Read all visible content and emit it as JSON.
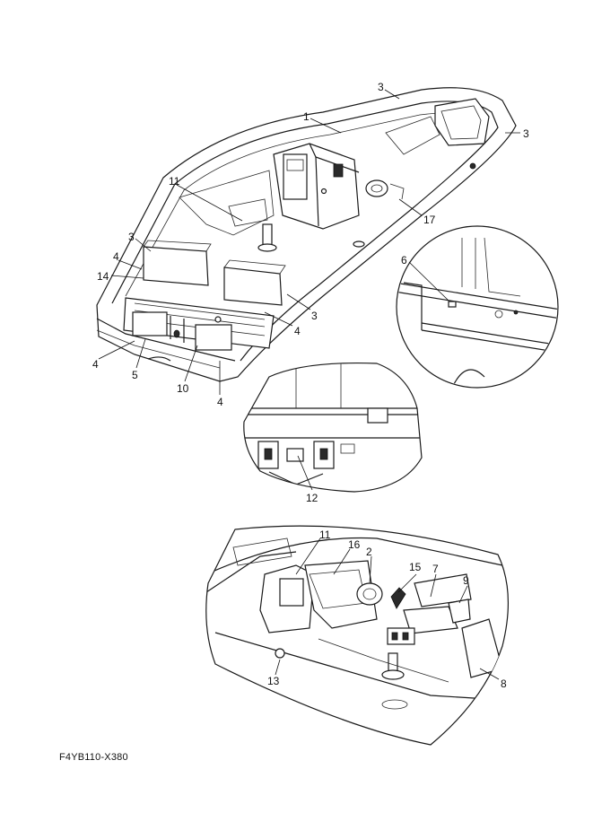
{
  "diagram_code": "F4YB110-X380",
  "callouts": {
    "c1": "1",
    "c2": "2",
    "c3a": "3",
    "c3b": "3",
    "c3c": "3",
    "c3d": "3",
    "c4a": "4",
    "c4b": "4",
    "c4c": "4",
    "c4d": "4",
    "c5": "5",
    "c6": "6",
    "c7": "7",
    "c8": "8",
    "c9": "9",
    "c10": "10",
    "c11a": "11",
    "c11b": "11",
    "c12": "12",
    "c13": "13",
    "c14": "14",
    "c15": "15",
    "c16": "16",
    "c17": "17"
  },
  "colors": {
    "ink": "#1a1a1a",
    "background": "#ffffff"
  }
}
